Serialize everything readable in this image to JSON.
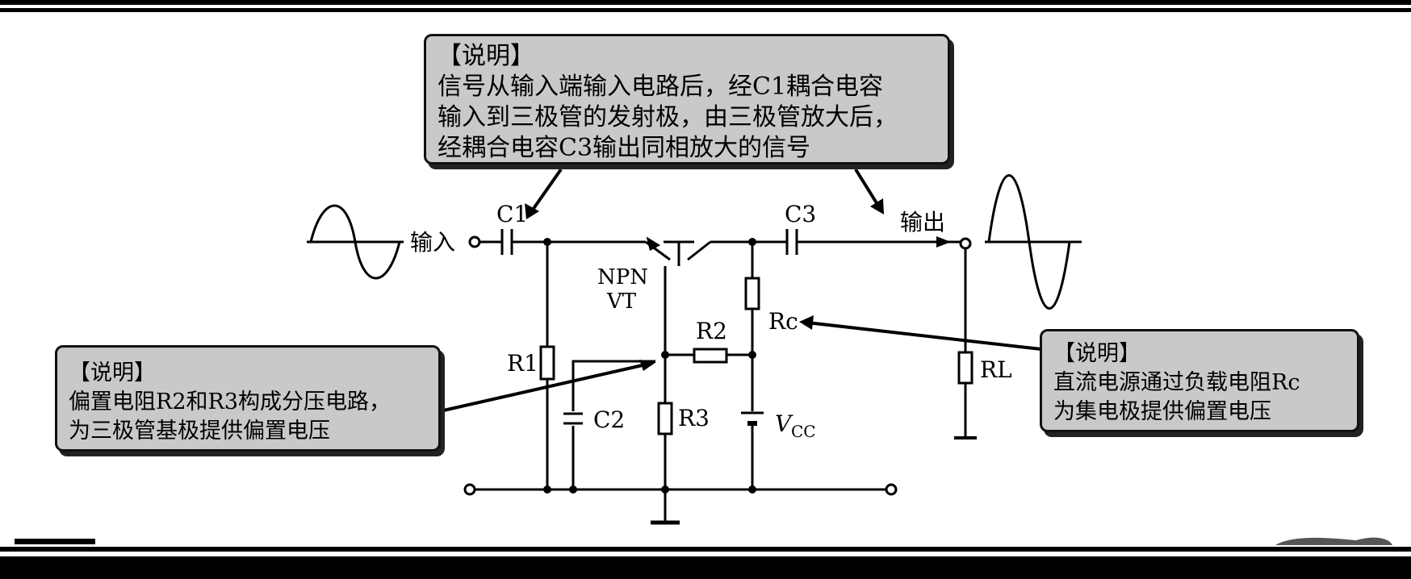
{
  "callout_top": {
    "title": "【说明】",
    "lines": [
      "信号从输入端输入电路后，经C1耦合电容",
      "输入到三极管的发射极，由三极管放大后，",
      "经耦合电容C3输出同相放大的信号"
    ]
  },
  "callout_left": {
    "title": "【说明】",
    "lines": [
      "偏置电阻R2和R3构成分压电路，",
      "为三极管基极提供偏置电压"
    ]
  },
  "callout_right": {
    "title": "【说明】",
    "lines": [
      "直流电源通过负载电阻Rc",
      "为集电极提供偏置电压"
    ]
  },
  "labels": {
    "input": "输入",
    "output": "输出",
    "c1": "C1",
    "c2": "C2",
    "c3": "C3",
    "r1": "R1",
    "r2": "R2",
    "r3": "R3",
    "rc": "Rc",
    "rl": "RL",
    "transistor_type": "NPN",
    "transistor_name": "VT",
    "vcc_main": "V",
    "vcc_sub": "CC"
  }
}
